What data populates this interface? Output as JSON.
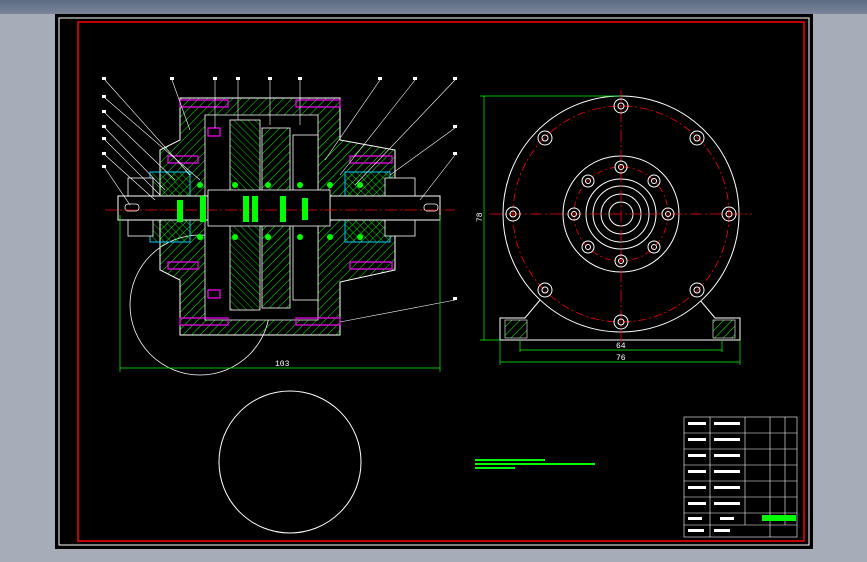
{
  "drawing": {
    "dimensions": {
      "overall_length": "103",
      "height": "78",
      "base_inner": "64",
      "base_outer": "76"
    },
    "notes_line": "——————————————",
    "title_block_label": "—————"
  },
  "colors": {
    "background": "#000000",
    "border": "#ff0000",
    "outline": "#ffffff",
    "dimension": "#00ff00",
    "hatch": "#00ff00",
    "centerline": "#ff0000",
    "bolt": "#ff00ff",
    "bearing": "#00c8ff",
    "leader": "#ffffff"
  }
}
